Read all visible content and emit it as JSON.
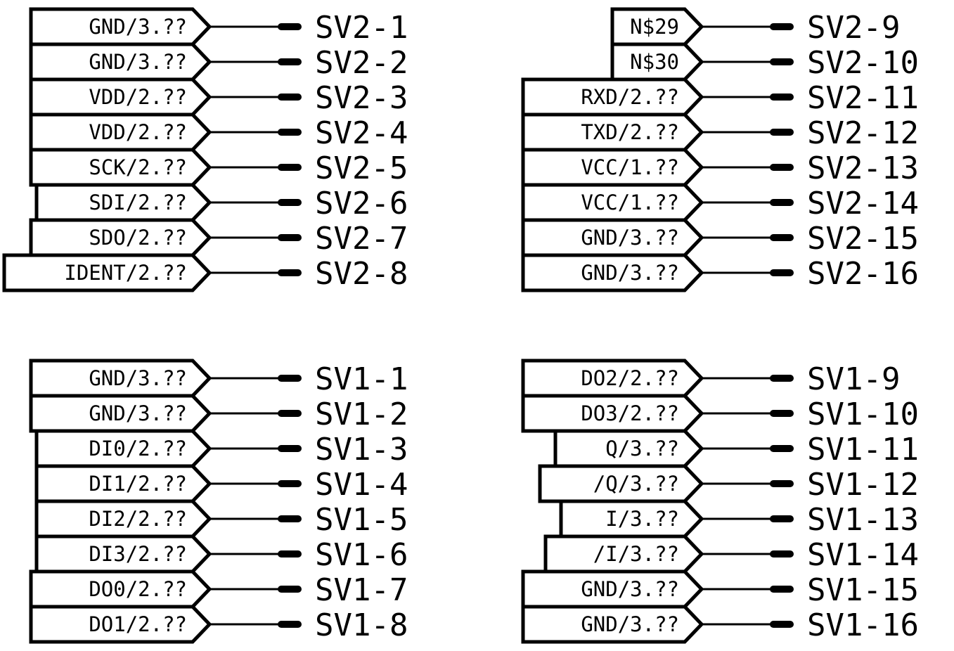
{
  "colors": {
    "ink": "#000000",
    "paper": "#ffffff"
  },
  "groups": [
    {
      "id": "sv2-left",
      "pins": [
        {
          "net": "GND/3.??",
          "pin": "SV2-1"
        },
        {
          "net": "GND/3.??",
          "pin": "SV2-2"
        },
        {
          "net": "VDD/2.??",
          "pin": "SV2-3"
        },
        {
          "net": "VDD/2.??",
          "pin": "SV2-4"
        },
        {
          "net": "SCK/2.??",
          "pin": "SV2-5"
        },
        {
          "net": "SDI/2.??",
          "pin": "SV2-6"
        },
        {
          "net": "SDO/2.??",
          "pin": "SV2-7"
        },
        {
          "net": "IDENT/2.??",
          "pin": "SV2-8"
        }
      ]
    },
    {
      "id": "sv2-right",
      "pins": [
        {
          "net": "N$29",
          "pin": "SV2-9"
        },
        {
          "net": "N$30",
          "pin": "SV2-10"
        },
        {
          "net": "RXD/2.??",
          "pin": "SV2-11"
        },
        {
          "net": "TXD/2.??",
          "pin": "SV2-12"
        },
        {
          "net": "VCC/1.??",
          "pin": "SV2-13"
        },
        {
          "net": "VCC/1.??",
          "pin": "SV2-14"
        },
        {
          "net": "GND/3.??",
          "pin": "SV2-15"
        },
        {
          "net": "GND/3.??",
          "pin": "SV2-16"
        }
      ]
    },
    {
      "id": "sv1-left",
      "pins": [
        {
          "net": "GND/3.??",
          "pin": "SV1-1"
        },
        {
          "net": "GND/3.??",
          "pin": "SV1-2"
        },
        {
          "net": "DI0/2.??",
          "pin": "SV1-3"
        },
        {
          "net": "DI1/2.??",
          "pin": "SV1-4"
        },
        {
          "net": "DI2/2.??",
          "pin": "SV1-5"
        },
        {
          "net": "DI3/2.??",
          "pin": "SV1-6"
        },
        {
          "net": "DO0/2.??",
          "pin": "SV1-7"
        },
        {
          "net": "DO1/2.??",
          "pin": "SV1-8"
        }
      ]
    },
    {
      "id": "sv1-right",
      "pins": [
        {
          "net": "DO2/2.??",
          "pin": "SV1-9"
        },
        {
          "net": "DO3/2.??",
          "pin": "SV1-10"
        },
        {
          "net": "Q/3.??",
          "pin": "SV1-11"
        },
        {
          "net": "/Q/3.??",
          "pin": "SV1-12"
        },
        {
          "net": "I/3.??",
          "pin": "SV1-13"
        },
        {
          "net": "/I/3.??",
          "pin": "SV1-14"
        },
        {
          "net": "GND/3.??",
          "pin": "SV1-15"
        },
        {
          "net": "GND/3.??",
          "pin": "SV1-16"
        }
      ]
    }
  ]
}
